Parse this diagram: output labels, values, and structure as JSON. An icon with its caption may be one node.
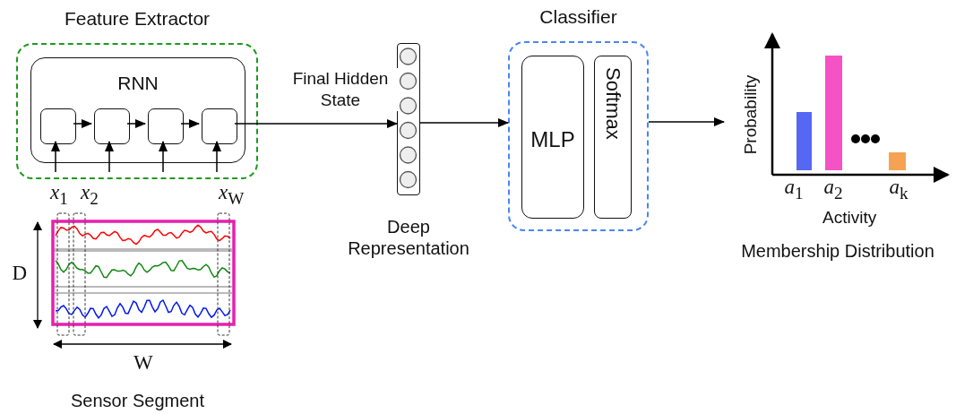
{
  "diagram": {
    "nodes": [
      {
        "text": [
          "Feature Extractor"
        ]
      },
      {
        "text": [
          "RNN"
        ],
        "in": 0
      },
      {
        "text": [],
        "shape": "box",
        "in": 1
      },
      {
        "text": [],
        "shape": "box",
        "in": 1
      },
      {
        "text": [],
        "shape": "box",
        "in": 1
      },
      {
        "text": [],
        "shape": "box",
        "in": 1
      },
      {
        "text": [],
        "shape": "bar",
        "beside": [
          "Deep Representation"
        ]
      },
      {
        "text": [
          "Classifier"
        ]
      },
      {
        "text": [
          "MLP"
        ],
        "in": 7
      },
      {
        "text": [
          "Softmax"
        ],
        "in": 7
      },
      {
        "text": [],
        "shape": "picture",
        "beside": [
          "Membership Distribution"
        ]
      }
    ],
    "edges": [
      {
        "from": 2,
        "to": 3,
        "arrow": "to"
      },
      {
        "from": 3,
        "to": 4,
        "arrow": "to"
      },
      {
        "from": 4,
        "to": 5,
        "arrow": "to"
      },
      {
        "from": null,
        "to": 2,
        "arrow": "to"
      },
      {
        "from": null,
        "to": 3,
        "arrow": "to"
      },
      {
        "from": null,
        "to": 4,
        "arrow": "to"
      },
      {
        "from": null,
        "to": 5,
        "arrow": "to"
      },
      {
        "from": 5,
        "to": 6,
        "arrow": "to",
        "label": "Final Hidden State"
      },
      {
        "from": 6,
        "to": 7,
        "arrow": "to"
      },
      {
        "from": 7,
        "to": 10,
        "arrow": "to"
      }
    ],
    "labels": [
      "*x*$_{1}$",
      "*x*$_{2}$",
      "*x*$_{W}$",
      "D",
      "W",
      "Sensor Segment",
      "Probability",
      "*a*$_{1}$",
      "*a*$_{2}$",
      "*a*$_{k}$",
      "Activity"
    ]
  }
}
